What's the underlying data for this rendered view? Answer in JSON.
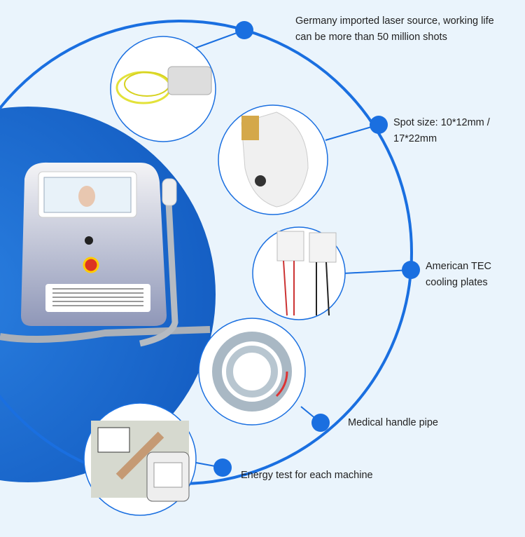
{
  "features": [
    {
      "text_line1": "Germany imported laser source, working life",
      "text_line2": "can be more than 50 million shots",
      "image": "laser-source-fiber"
    },
    {
      "text_line1": "Spot size: 10*12mm /",
      "text_line2": "17*22mm",
      "image": "handpiece"
    },
    {
      "text_line1": "American TEC",
      "text_line2": "cooling plates",
      "image": "tec-cooling-plates"
    },
    {
      "text_line1": "Medical handle pipe",
      "image": "handle-pipe"
    },
    {
      "text_line1": "Energy test for each machine",
      "image": "energy-test-lab"
    }
  ],
  "colors": {
    "accent": "#1a6fe0",
    "background": "#eaf4fc",
    "device_body": "#8f97b8"
  }
}
